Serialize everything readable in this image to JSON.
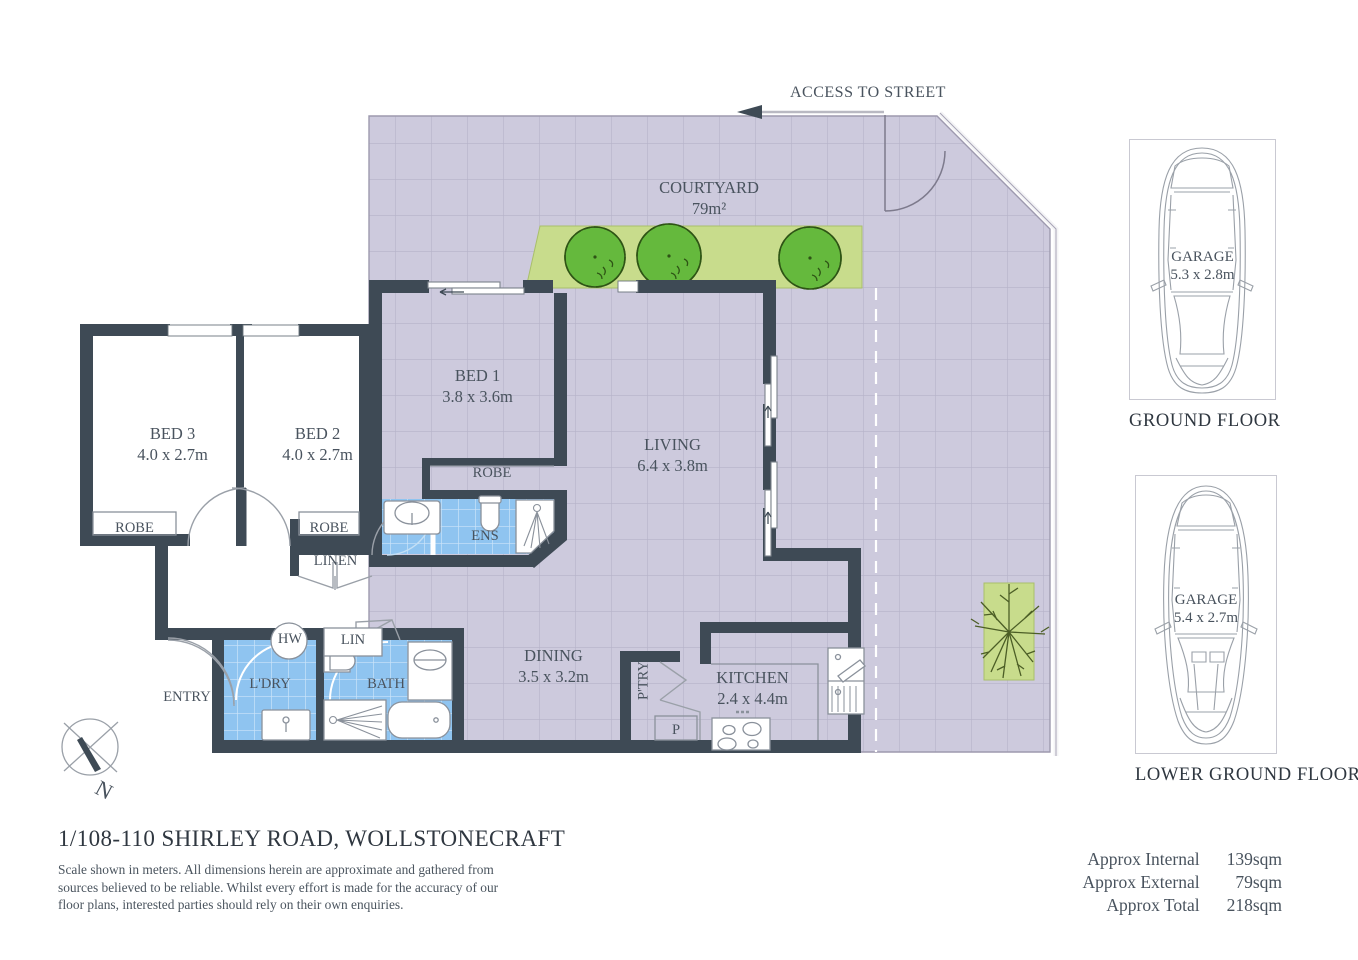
{
  "document": {
    "title": "1/108-110 SHIRLEY ROAD, WOLLSTONECRAFT",
    "disclaimer": "Scale shown in meters. All dimensions herein are approximate and gathered from sources believed to be reliable. Whilst every effort is made for the accuracy of our floor plans, interested parties should rely on their own enquiries."
  },
  "annotations": {
    "access_to_street": "ACCESS TO STREET",
    "compass_north": "N"
  },
  "rooms": [
    {
      "id": "courtyard",
      "name": "COURTYARD",
      "dimensions": "79m²"
    },
    {
      "id": "bed1",
      "name": "BED 1",
      "dimensions": "3.8 x 3.6m"
    },
    {
      "id": "bed2",
      "name": "BED 2",
      "dimensions": "4.0 x 2.7m"
    },
    {
      "id": "bed3",
      "name": "BED 3",
      "dimensions": "4.0 x 2.7m"
    },
    {
      "id": "living",
      "name": "LIVING",
      "dimensions": "6.4 x 3.8m"
    },
    {
      "id": "dining",
      "name": "DINING",
      "dimensions": "3.5 x 3.2m"
    },
    {
      "id": "kitchen",
      "name": "KITCHEN",
      "dimensions": "2.4 x 4.4m"
    }
  ],
  "small_labels": {
    "robe_bed3": "ROBE",
    "robe_bed2": "ROBE",
    "robe_bed1": "ROBE",
    "linen": "LINEN",
    "ens": "ENS",
    "ldry": "L'DRY",
    "bath": "BATH",
    "hw": "HW",
    "lin": "LIN",
    "pantry": "P'TRY",
    "p": "P",
    "entry": "ENTRY"
  },
  "side_panels": [
    {
      "id": "ground-floor",
      "caption": "GROUND FLOOR",
      "garage_name": "GARAGE",
      "garage_dimensions": "5.3 x 2.8m"
    },
    {
      "id": "lower-ground-floor",
      "caption": "LOWER GROUND FLOOR",
      "garage_name": "GARAGE",
      "garage_dimensions": "5.4 x 2.7m"
    }
  ],
  "areas": [
    {
      "label": "Approx Internal",
      "value": "139sqm"
    },
    {
      "label": "Approx External",
      "value": "79sqm"
    },
    {
      "label": "Approx Total",
      "value": "218sqm"
    }
  ],
  "colors": {
    "wall": "#3e4a55",
    "courtyard_fill": "#cdcadd",
    "courtyard_grid": "#b7b3ca",
    "lawn": "#c3d884",
    "tree": "#6aba3f",
    "tree_outline": "#2f5416",
    "wet_area": "#8dc3ef",
    "wet_grid": "#cfe6fa",
    "text": "#49535e",
    "fixture_line": "#8a919b"
  }
}
